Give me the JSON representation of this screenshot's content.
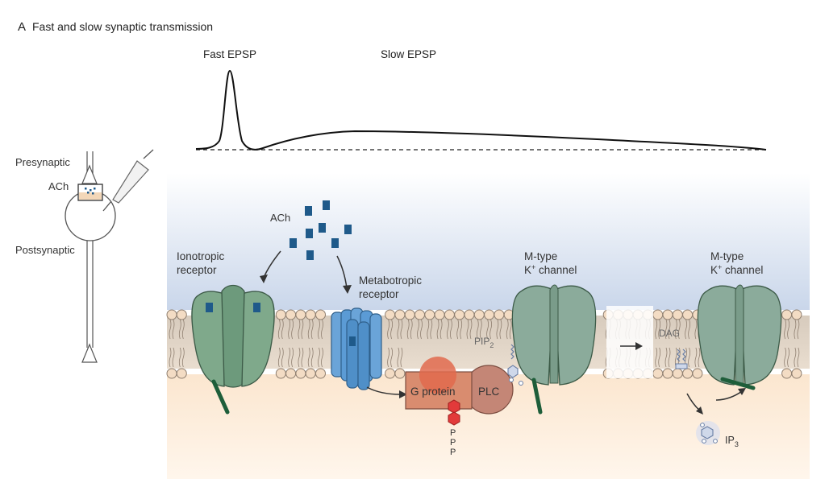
{
  "figure": {
    "panel_letter": "A",
    "title": "Fast and slow synaptic transmission"
  },
  "trace": {
    "fast_label": "Fast EPSP",
    "slow_label": "Slow EPSP"
  },
  "neuron": {
    "presynaptic_label": "Presynaptic",
    "ach_label": "ACh",
    "postsynaptic_label": "Postsynaptic"
  },
  "membrane": {
    "ach_label": "ACh",
    "ionotropic_line1": "Ionotropic",
    "ionotropic_line2": "receptor",
    "metabotropic_line1": "Metabotropic",
    "metabotropic_line2": "receptor",
    "mtype1_line1": "M-type",
    "mtype1_line2_k": "K",
    "mtype1_line2_sup": "+",
    "mtype1_line2_rest": " channel",
    "mtype2_line1": "M-type",
    "mtype2_line2_k": "K",
    "mtype2_line2_sup": "+",
    "mtype2_line2_rest": " channel",
    "pip2_base": "PIP",
    "pip2_sub": "2",
    "dag_label": "DAG",
    "g_protein_label": "G protein",
    "plc_label": "PLC",
    "gdp_p": [
      "P",
      "P",
      "P"
    ],
    "ip3_base": "IP",
    "ip3_sub": "3"
  },
  "colors": {
    "receptor_green": "#7fa98b",
    "channel_green": "#8bab9b",
    "metabotropic_blue": "#5b9bd5",
    "ach_square": "#1f5a8a",
    "g_protein": "#d98c6f",
    "plc": "#c48676",
    "gtp_red": "#e23a3a",
    "tail_green": "#1e5e3a",
    "lipid_head": "#f3dcc4",
    "extracellular_top": "#ffffff",
    "extracellular_bottom": "#c9d6ea",
    "intracellular": "#fbe8d2"
  }
}
